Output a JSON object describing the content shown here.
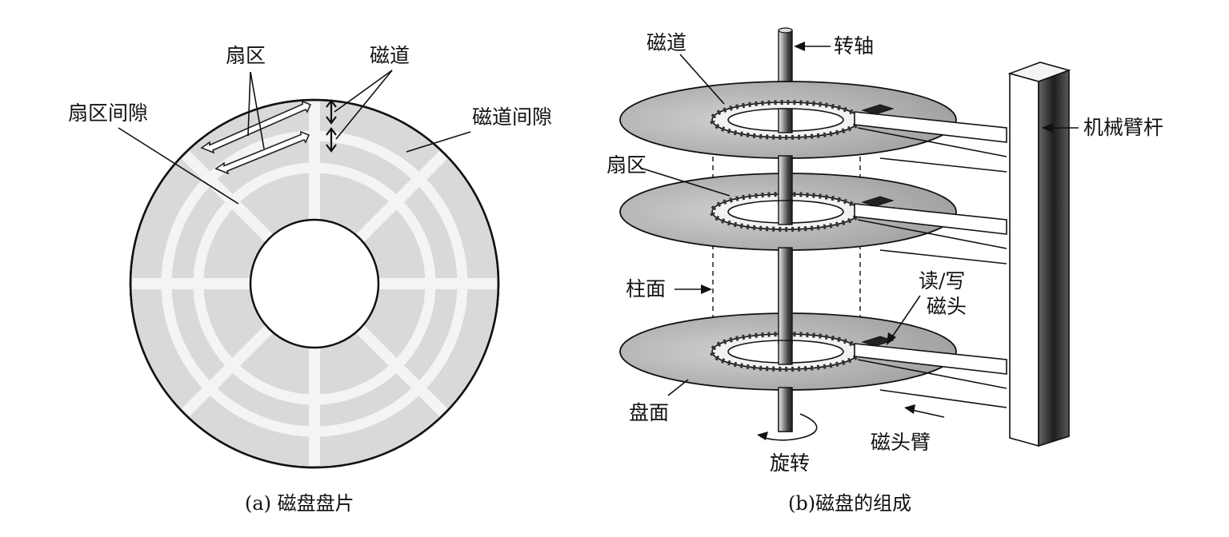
{
  "left": {
    "labels": {
      "sector": "扇区",
      "track": "磁道",
      "sector_gap": "扇区间隙",
      "track_gap": "磁道间隙"
    },
    "caption": "(a) 磁盘盘片"
  },
  "right": {
    "labels": {
      "track": "磁道",
      "spindle": "转轴",
      "arm_rod": "机械臂杆",
      "sector": "扇区",
      "cylinder": "柱面",
      "rw_head_line1": "读/写",
      "rw_head_line2": "磁头",
      "surface": "盘面",
      "head_arm": "磁头臂",
      "rotation": "旋转"
    },
    "caption": "(b)磁盘的组成"
  },
  "colors": {
    "platter": "#d9d9d9",
    "gap": "#f4f4f4",
    "surface": "#bdbdbd",
    "ink": "#111111"
  }
}
